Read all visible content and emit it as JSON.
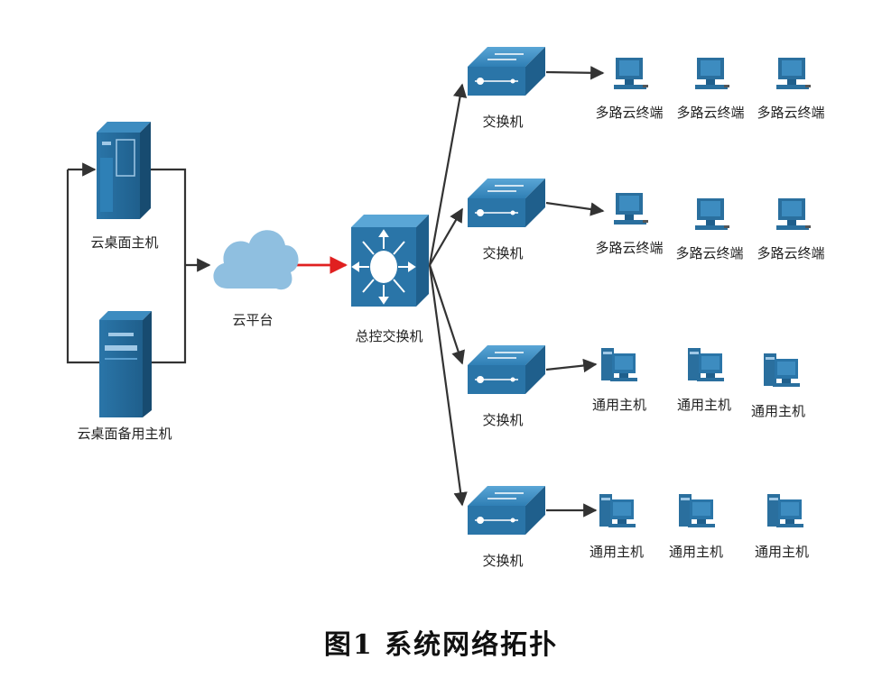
{
  "nodes": {
    "cloud_desktop_host": "云桌面主机",
    "cloud_desktop_backup_host": "云桌面备用主机",
    "cloud_platform": "云平台",
    "core_switch": "总控交换机",
    "switch_label": "交换机",
    "multi_terminal_label": "多路云终端",
    "general_host_label": "通用主机"
  },
  "rows": [
    {
      "switch": "交换机",
      "devices": [
        "多路云终端",
        "多路云终端",
        "多路云终端"
      ],
      "device_type": "monitor"
    },
    {
      "switch": "交换机",
      "devices": [
        "多路云终端",
        "多路云终端",
        "多路云终端"
      ],
      "device_type": "monitor"
    },
    {
      "switch": "交换机",
      "devices": [
        "通用主机",
        "通用主机",
        "通用主机"
      ],
      "device_type": "pc"
    },
    {
      "switch": "交换机",
      "devices": [
        "通用主机",
        "通用主机",
        "通用主机"
      ],
      "device_type": "pc"
    }
  ],
  "caption": "图1   系统网络拓扑",
  "colors": {
    "device_blue": "#2a6f9e",
    "device_light": "#3d8cc0",
    "cloud": "#8fbfe0",
    "line": "#333333",
    "highlight_arrow": "#e02020"
  },
  "icons": [
    "server-icon",
    "cloud-icon",
    "core-switch-icon",
    "switch-icon",
    "monitor-icon",
    "pc-icon"
  ]
}
